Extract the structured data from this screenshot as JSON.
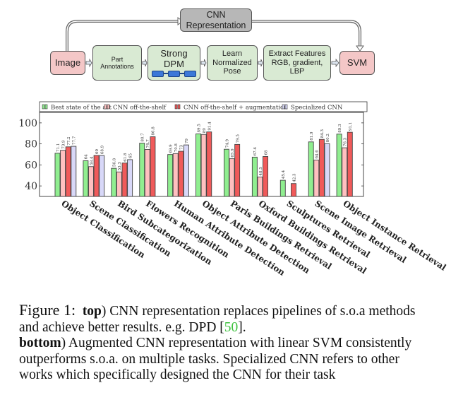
{
  "diagram": {
    "cnn_box": "CNN\nRepresentation",
    "steps": [
      {
        "label": "Image",
        "kind": "io"
      },
      {
        "label": "Part\nAnnotations",
        "kind": "step"
      },
      {
        "label": "Strong\nDPM",
        "kind": "step"
      },
      {
        "label": "Learn\nNormalized\nPose",
        "kind": "step"
      },
      {
        "label": "Extract Features\nRGB, gradient,\nLBP",
        "kind": "step"
      },
      {
        "label": "SVM",
        "kind": "io"
      }
    ],
    "colors": {
      "io": "#f4c7c7",
      "step": "#d9ead3",
      "cnn": "#b7b7b7",
      "dpm_parts": "#3c78d8"
    }
  },
  "chart_data": {
    "type": "bar",
    "title": "",
    "xlabel": "",
    "ylabel": "",
    "ylim": [
      30,
      110
    ],
    "yticks": [
      40,
      60,
      80,
      100
    ],
    "legend_position": "top",
    "categories": [
      "Object Classification",
      "Scene Classification",
      "Bird Subcategorization",
      "Flowers Recognition",
      "Human Attribute Detection",
      "Object Attribute Detection",
      "Paris Buildings Retrieval",
      "Oxford Buildings Retrieval",
      "Sculptures Retrieval",
      "Scene Image Retrieval",
      "Object Instance Retrieval"
    ],
    "series": [
      {
        "name": "Best state of the art",
        "color": "#90ee90",
        "values": [
          71.1,
          64,
          56.8,
          80.7,
          69.9,
          89.5,
          74.9,
          67.4,
          45.4,
          81.9,
          89.3
        ]
      },
      {
        "name": "CNN off-the-shelf",
        "color": "#ffc0c0",
        "values": [
          73.9,
          58.4,
          53.3,
          74.7,
          70.8,
          89,
          65.9,
          48.5,
          null,
          64.6,
          76.3
        ]
      },
      {
        "name": "CNN off-the-shelf + augmentation",
        "color": "#f05a5a",
        "values": [
          77.2,
          69,
          61.8,
          86.8,
          73,
          91.4,
          79.5,
          68,
          42.3,
          84.3,
          91.1
        ]
      },
      {
        "name": "Specialized CNN",
        "color": "#d8d8f8",
        "values": [
          77.7,
          68.9,
          65,
          null,
          79,
          null,
          null,
          null,
          null,
          80.2,
          null
        ]
      }
    ]
  },
  "caption": {
    "figure_label": "Figure 1:",
    "top_bold": "top",
    "top_text_1": ") CNN representation replaces pipelines of s.o.a methods",
    "top_text_2a": "and achieve better results. e.g. DPD [",
    "top_ref": "50",
    "top_text_2b": "].",
    "bottom_bold": "bottom",
    "bottom_text_1": ") Augmented CNN representation with linear SVM consistently",
    "bottom_text_2": "outperforms s.o.a.  on multiple tasks.  Specialized CNN refers to other",
    "bottom_text_3": "works which specifically designed the CNN for their task"
  }
}
